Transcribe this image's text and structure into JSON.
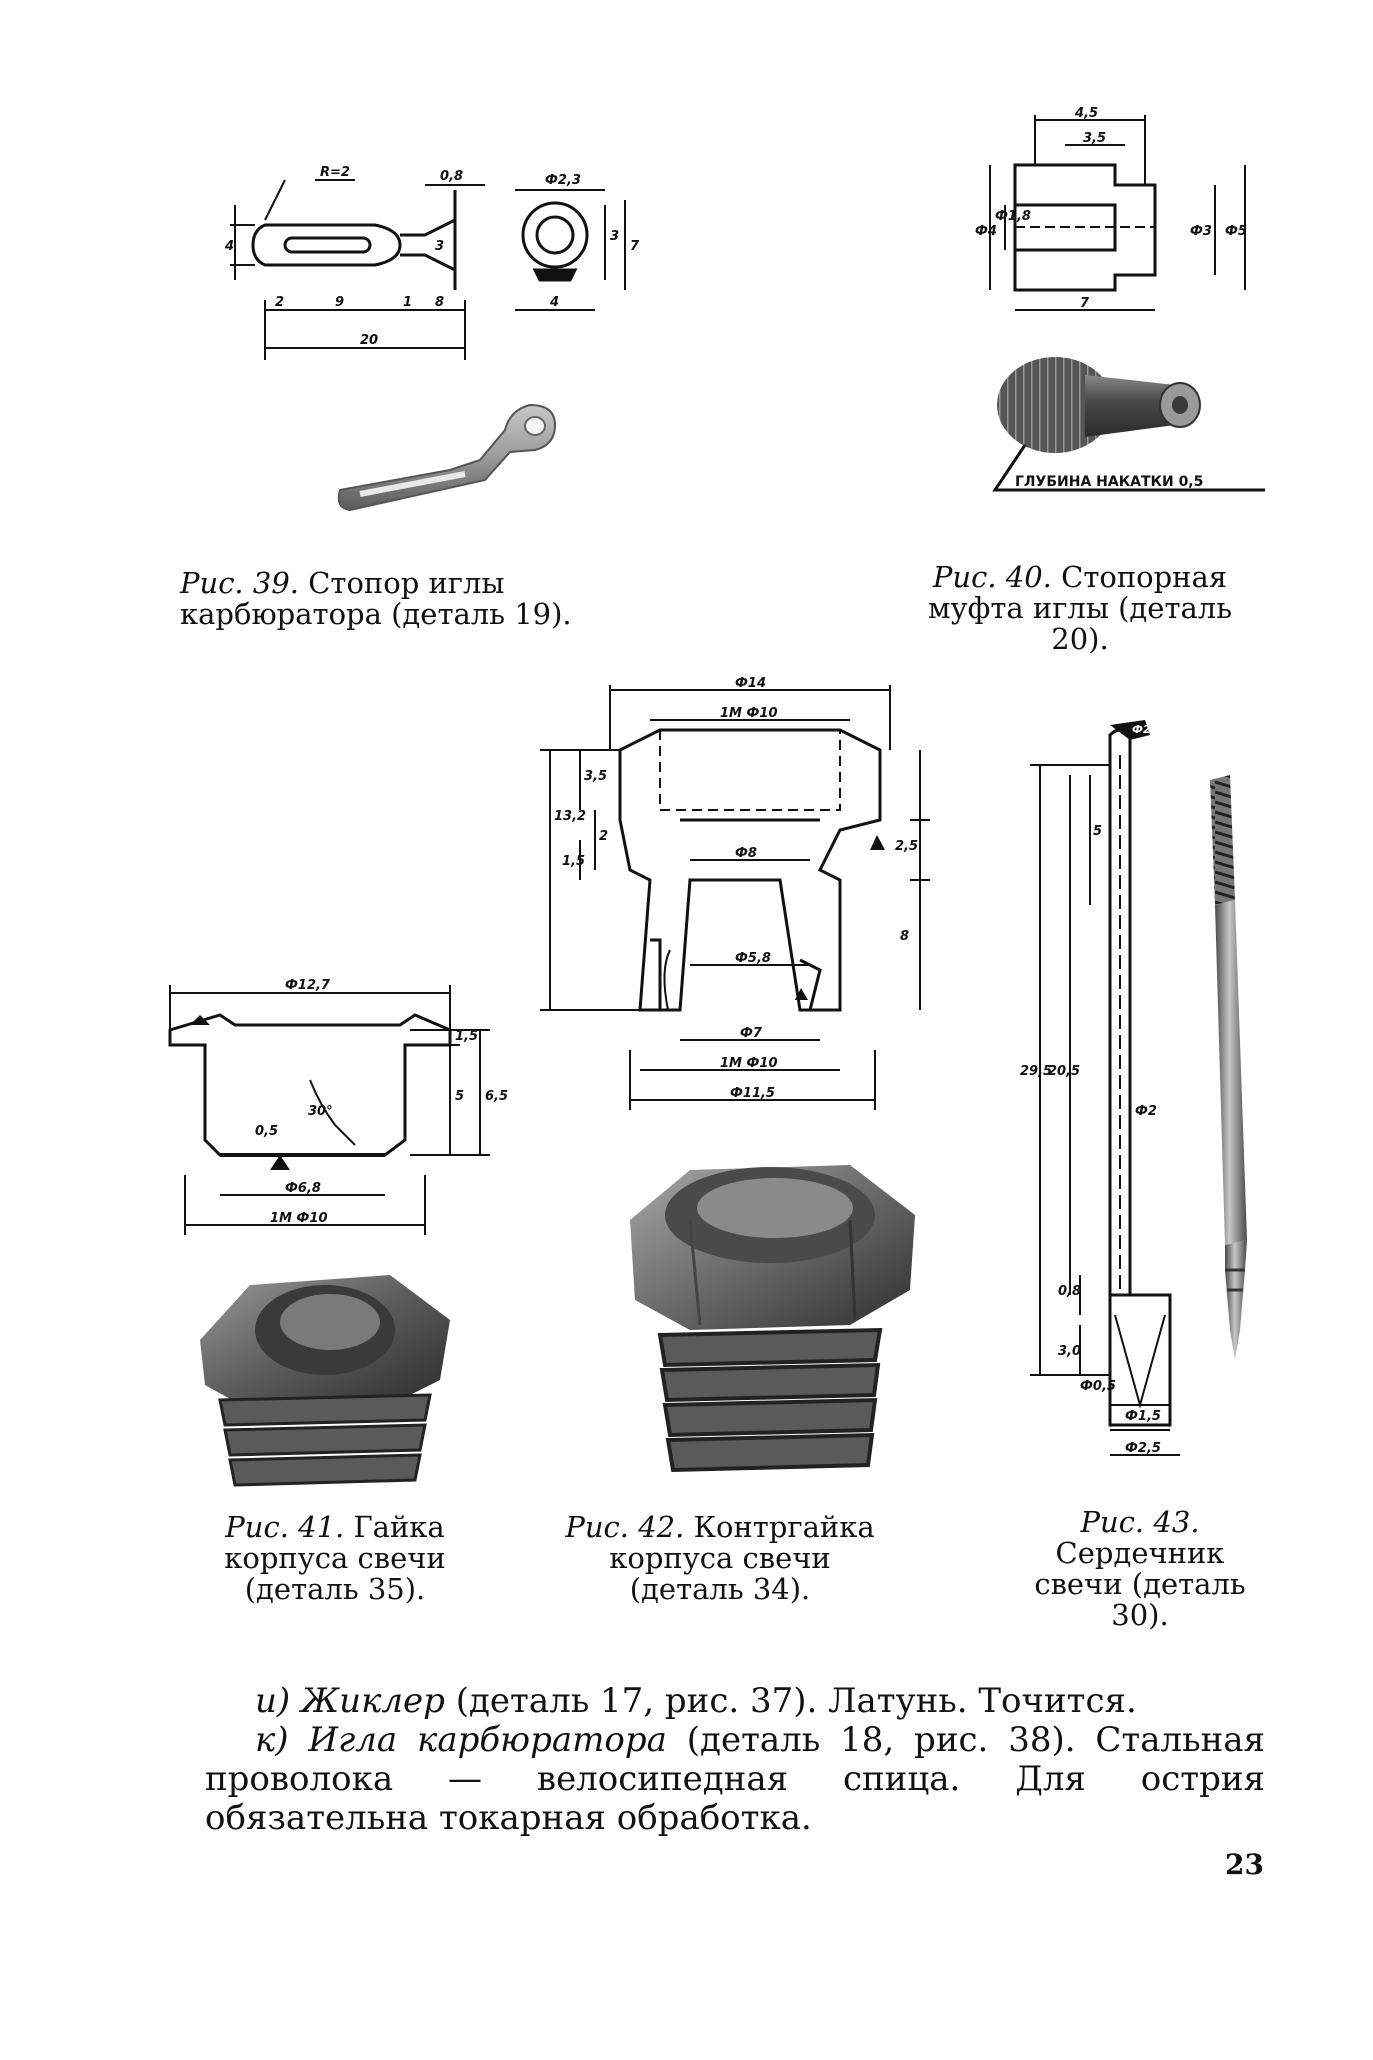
{
  "figures": {
    "fig39": {
      "caption_prefix": "Рис. 39.",
      "caption_text": "Стопор иглы карбюратора (деталь 19).",
      "labels": {
        "r": "R=2",
        "d08": "0,8",
        "phi23": "Ф2,3",
        "d4": "4",
        "d3a": "3",
        "d3b": "3",
        "d7": "7",
        "d2": "2",
        "d9": "9",
        "d1": "1",
        "d8": "8",
        "d20": "20",
        "d4b": "4"
      }
    },
    "fig40": {
      "caption_prefix": "Рис. 40.",
      "caption_text": "Стопорная муфта иглы (деталь 20).",
      "labels": {
        "d45": "4,5",
        "d35": "3,5",
        "phi4": "Ф4",
        "phi18": "Ф1,8",
        "phi3": "Ф3",
        "phi5": "Ф5",
        "d7": "7",
        "knurl": "ГЛУБИНА НАКАТКИ 0,5"
      }
    },
    "fig41": {
      "caption_prefix": "Рис. 41.",
      "caption_text": "Гайка корпуса свечи (деталь 35).",
      "labels": {
        "phi127": "Ф12,7",
        "d15": "1,5",
        "d65": "6,5",
        "d5": "5",
        "d05": "0,5",
        "a30": "30°",
        "phi68": "Ф6,8",
        "thread": "1М Ф10"
      }
    },
    "fig42": {
      "caption_prefix": "Рис. 42.",
      "caption_text": "Контргайка корпуса свечи (деталь 34).",
      "labels": {
        "phi14": "Ф14",
        "m10top": "1М Ф10",
        "phi8": "Ф8",
        "phi58": "Ф5,8",
        "phi7": "Ф7",
        "m10bot": "1М Ф10",
        "phi115": "Ф11,5",
        "d132": "13,2",
        "d35": "3,5",
        "d2": "2",
        "d15": "1,5",
        "d25": "2,5",
        "d8": "8"
      }
    },
    "fig43": {
      "caption_prefix": "Рис. 43.",
      "caption_text": "Сердечник свечи (деталь 30).",
      "labels": {
        "top": "Ф2,5",
        "d295": "29,5",
        "d205": "20,5",
        "d5": "5",
        "phi2": "Ф2",
        "d08": "0,8",
        "d30": "3,0",
        "phi05": "Ф0,5",
        "phi15": "Ф1,5",
        "phi25": "Ф2,5"
      }
    }
  },
  "text": {
    "para1_label": "и) Жиклер",
    "para1_rest": " (деталь 17, рис. 37). Латунь. Точится.",
    "para2_label": "к) Игла карбюратора",
    "para2_rest": " (деталь 18, рис. 38). Стальная проволока — велосипедная спица. Для острия обязательна токарная обработка."
  },
  "page_number": "23",
  "colors": {
    "ink": "#111111",
    "metal_dark": "#4a4a4a",
    "metal_mid": "#8a8a8a",
    "metal_light": "#c8c8c8"
  }
}
